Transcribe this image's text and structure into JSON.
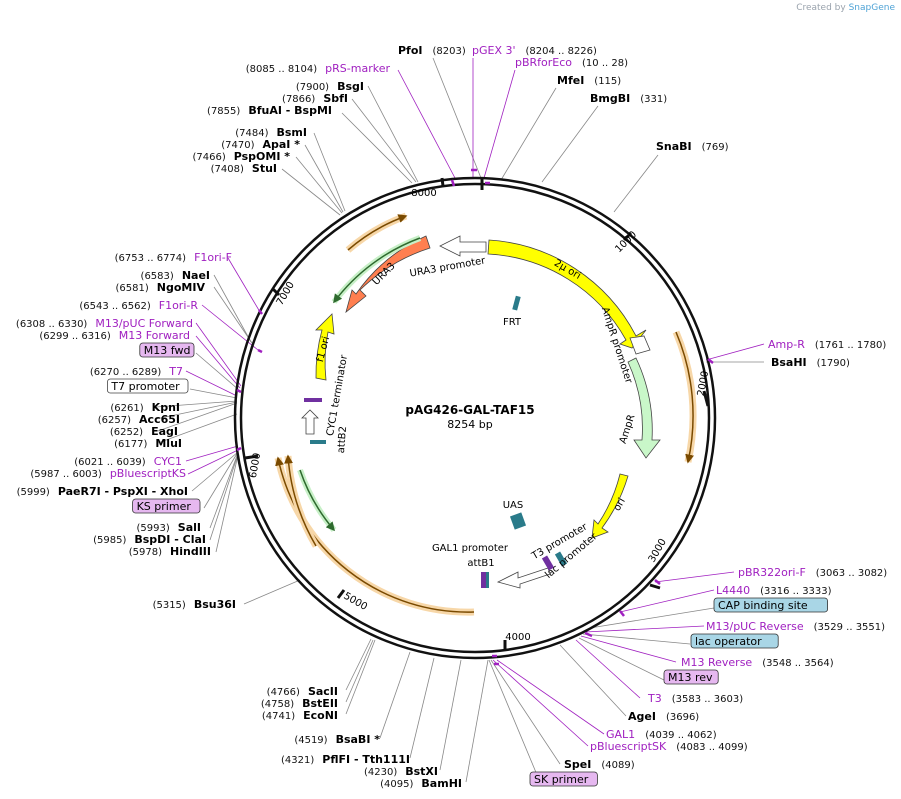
{
  "credit": {
    "prefix": "Created by",
    "brand": "SnapGene"
  },
  "title": "pAG426-GAL-TAF15",
  "length": "8254 bp",
  "colors": {
    "ring": "#111111",
    "primer_feature": "#a020c0",
    "enzyme": "#000000",
    "ori": "#ffff00",
    "ampr": "#c9f7c9",
    "ura3": "#ff7f50",
    "misc_arrow": "#f5a623",
    "green_arrow": "#2e9e2e",
    "teal_box": "#2a7b8a",
    "purple_box": "#7030a0"
  },
  "ticks": [
    {
      "label": "1000"
    },
    {
      "label": "2000"
    },
    {
      "label": "3000"
    },
    {
      "label": "4000"
    },
    {
      "label": "5000"
    },
    {
      "label": "6000"
    },
    {
      "label": "7000"
    },
    {
      "label": "8000"
    }
  ],
  "features": [
    {
      "label": "2µ ori"
    },
    {
      "label": "AmpR promoter"
    },
    {
      "label": "AmpR"
    },
    {
      "label": "ori"
    },
    {
      "label": "T3 promoter"
    },
    {
      "label": "lac promoter"
    },
    {
      "label": "UAS"
    },
    {
      "label": "GAL1 promoter"
    },
    {
      "label": "attB1"
    },
    {
      "label": "attB2"
    },
    {
      "label": "CYC1 terminator"
    },
    {
      "label": "f1 ori"
    },
    {
      "label": "URA3"
    },
    {
      "label": "URA3 promoter"
    },
    {
      "label": "FRT"
    }
  ],
  "right_labels": [
    {
      "name": "PfoI",
      "pos": "(8203)",
      "kind": "enz"
    },
    {
      "name": "pGEX 3'",
      "pos": "(8204 .. 8226)",
      "kind": "prim"
    },
    {
      "name": "pBRforEco",
      "pos": "(10 .. 28)",
      "kind": "prim"
    },
    {
      "name": "MfeI",
      "pos": "(115)",
      "kind": "enz"
    },
    {
      "name": "BmgBI",
      "pos": "(331)",
      "kind": "enz"
    },
    {
      "name": "SnaBI",
      "pos": "(769)",
      "kind": "enz"
    },
    {
      "name": "Amp-R",
      "pos": "(1761 .. 1780)",
      "kind": "prim"
    },
    {
      "name": "BsaHI",
      "pos": "(1790)",
      "kind": "enz"
    },
    {
      "name": "pBR322ori-F",
      "pos": "(3063 .. 3082)",
      "kind": "prim"
    },
    {
      "name": "L4440",
      "pos": "(3316 .. 3333)",
      "kind": "prim"
    },
    {
      "name": "CAP binding site",
      "pos": "",
      "kind": "boxblue"
    },
    {
      "name": "M13/pUC Reverse",
      "pos": "(3529 .. 3551)",
      "kind": "prim"
    },
    {
      "name": "lac operator",
      "pos": "",
      "kind": "boxblue"
    },
    {
      "name": "M13 Reverse",
      "pos": "(3548 .. 3564)",
      "kind": "prim"
    },
    {
      "name": "M13 rev",
      "pos": "",
      "kind": "boxpurple"
    },
    {
      "name": "T3",
      "pos": "(3583 .. 3603)",
      "kind": "prim"
    },
    {
      "name": "AgeI",
      "pos": "(3696)",
      "kind": "enz"
    },
    {
      "name": "GAL1",
      "pos": "(4039 .. 4062)",
      "kind": "prim"
    },
    {
      "name": "pBluescriptSK",
      "pos": "(4083 .. 4099)",
      "kind": "prim"
    },
    {
      "name": "SpeI",
      "pos": "(4089)",
      "kind": "enz"
    },
    {
      "name": "SK primer",
      "pos": "",
      "kind": "boxpurple"
    }
  ],
  "left_labels": [
    {
      "name": "pRS-marker",
      "pos": "(8085 .. 8104)",
      "kind": "prim"
    },
    {
      "name": "BsgI",
      "pos": "(7900)",
      "kind": "enz"
    },
    {
      "name": "SbfI",
      "pos": "(7866)",
      "kind": "enz"
    },
    {
      "name": "BfuAI - BspMI",
      "pos": "(7855)",
      "kind": "enz"
    },
    {
      "name": "BsmI",
      "pos": "(7484)",
      "kind": "enz"
    },
    {
      "name": "ApaI *",
      "pos": "(7470)",
      "kind": "enz"
    },
    {
      "name": "PspOMI *",
      "pos": "(7466)",
      "kind": "enz"
    },
    {
      "name": "StuI",
      "pos": "(7408)",
      "kind": "enz"
    },
    {
      "name": "F1ori-F",
      "pos": "(6753 .. 6774)",
      "kind": "prim"
    },
    {
      "name": "NaeI",
      "pos": "(6583)",
      "kind": "enz"
    },
    {
      "name": "NgoMIV",
      "pos": "(6581)",
      "kind": "enz"
    },
    {
      "name": "F1ori-R",
      "pos": "(6543 .. 6562)",
      "kind": "prim"
    },
    {
      "name": "M13/pUC Forward",
      "pos": "(6308 .. 6330)",
      "kind": "prim"
    },
    {
      "name": "M13 Forward",
      "pos": "(6299 .. 6316)",
      "kind": "prim"
    },
    {
      "name": "M13 fwd",
      "pos": "",
      "kind": "boxpurple"
    },
    {
      "name": "T7",
      "pos": "(6270 .. 6289)",
      "kind": "prim"
    },
    {
      "name": "T7 promoter",
      "pos": "",
      "kind": "boxwhite"
    },
    {
      "name": "KpnI",
      "pos": "(6261)",
      "kind": "enz"
    },
    {
      "name": "Acc65I",
      "pos": "(6257)",
      "kind": "enz"
    },
    {
      "name": "EagI",
      "pos": "(6252)",
      "kind": "enz"
    },
    {
      "name": "MluI",
      "pos": "(6177)",
      "kind": "enz"
    },
    {
      "name": "CYC1",
      "pos": "(6021 .. 6039)",
      "kind": "prim"
    },
    {
      "name": "pBluescriptKS",
      "pos": "(5987 .. 6003)",
      "kind": "prim"
    },
    {
      "name": "PaeR7I - PspXI - XhoI",
      "pos": "(5999)",
      "kind": "enz"
    },
    {
      "name": "KS primer",
      "pos": "",
      "kind": "boxpurple"
    },
    {
      "name": "SalI",
      "pos": "(5993)",
      "kind": "enz"
    },
    {
      "name": "BspDI - ClaI",
      "pos": "(5985)",
      "kind": "enz"
    },
    {
      "name": "HindIII",
      "pos": "(5978)",
      "kind": "enz"
    },
    {
      "name": "Bsu36I",
      "pos": "(5315)",
      "kind": "enz"
    }
  ],
  "bottom_labels": [
    {
      "name": "SacII",
      "pos": "(4766)",
      "kind": "enz"
    },
    {
      "name": "BstEII",
      "pos": "(4758)",
      "kind": "enz"
    },
    {
      "name": "EcoNI",
      "pos": "(4741)",
      "kind": "enz"
    },
    {
      "name": "BsaBI *",
      "pos": "(4519)",
      "kind": "enz"
    },
    {
      "name": "PflFI - Tth111I",
      "pos": "(4321)",
      "kind": "enz"
    },
    {
      "name": "BstXI",
      "pos": "(4230)",
      "kind": "enz"
    },
    {
      "name": "BamHI",
      "pos": "(4095)",
      "kind": "enz"
    }
  ]
}
